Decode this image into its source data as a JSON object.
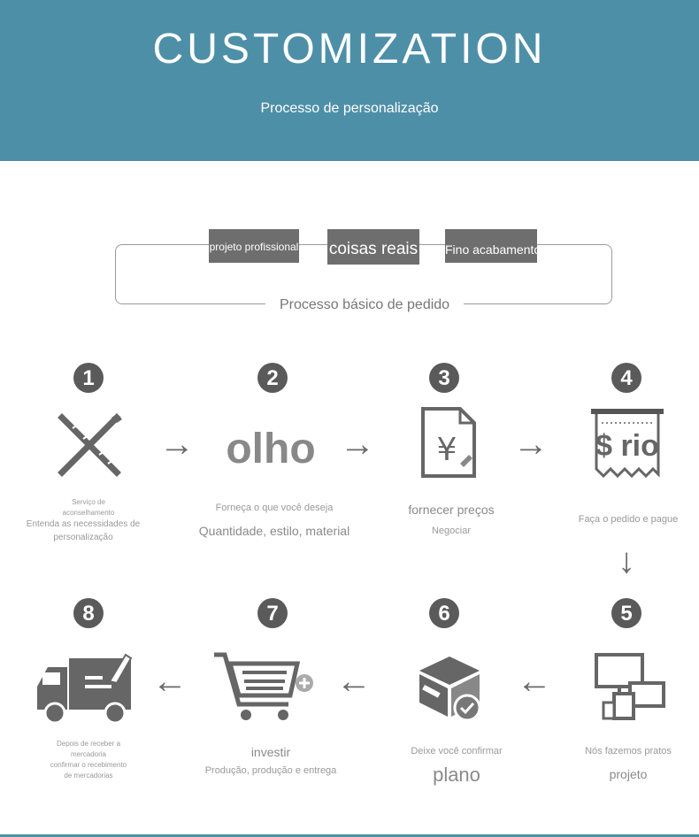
{
  "header": {
    "title": "CUSTOMIZATION",
    "subtitle": "Processo de personalização",
    "bg_color": "#4e8fa8"
  },
  "basic_process": {
    "tags": [
      "projeto profissional",
      "coisas reais",
      "Fino acabamento"
    ],
    "label": "Processo básico de pedido"
  },
  "steps": [
    {
      "number": "1",
      "icon": "ruler-pencil-icon",
      "lines": [
        "Serviço de",
        "aconselhamento",
        "Entenda as necessidades de",
        "personalização"
      ]
    },
    {
      "number": "2",
      "icon_text": "olho",
      "lines": [
        "Forneça o que você deseja",
        "Quantidade, estilo, material"
      ]
    },
    {
      "number": "3",
      "icon": "yen-document-icon",
      "lines": [
        "fornecer preços",
        "Negociar"
      ]
    },
    {
      "number": "4",
      "icon_text": "$ rio",
      "icon": "receipt-icon",
      "lines": [
        "Faça o pedido e pague"
      ]
    },
    {
      "number": "5",
      "icon": "devices-icon",
      "lines": [
        "Nós fazemos pratos",
        "projeto"
      ]
    },
    {
      "number": "6",
      "icon": "box-check-icon",
      "lines": [
        "Deixe você confirmar",
        "plano"
      ]
    },
    {
      "number": "7",
      "icon": "shopping-cart-icon",
      "lines": [
        "investir",
        "Produção, produção e entrega"
      ]
    },
    {
      "number": "8",
      "icon": "delivery-truck-icon",
      "lines": [
        "Depois de receber a",
        "mercadoria",
        "confirmar o recebimento",
        "de mercadorias"
      ]
    }
  ],
  "arrows": {
    "right": "→",
    "left": "←",
    "down": "↓"
  }
}
